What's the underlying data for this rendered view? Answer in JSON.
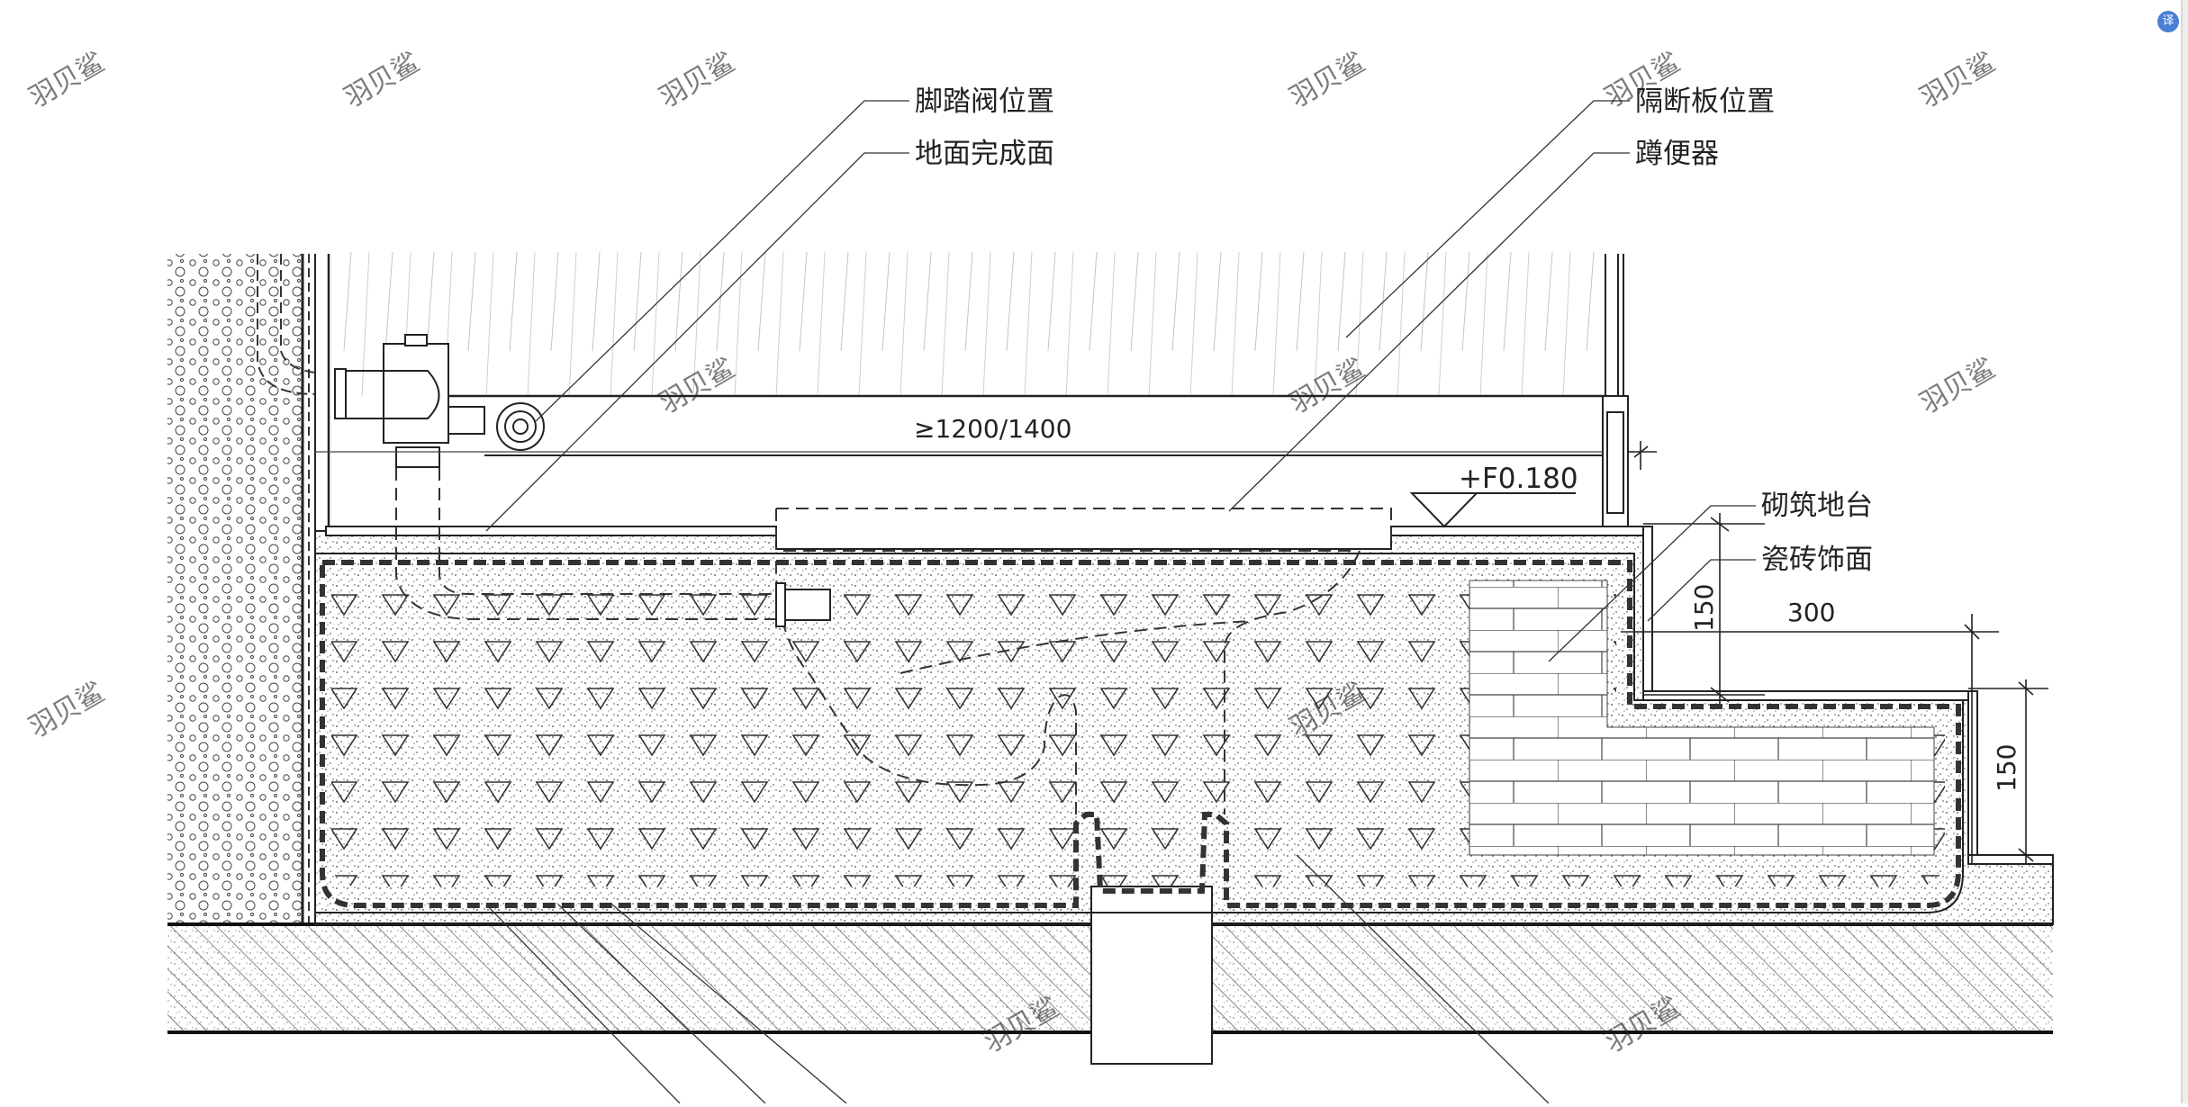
{
  "drawing": {
    "labels": {
      "valve": "脚踏阀位置",
      "floor": "地面完成面",
      "partition": "隔断板位置",
      "squat_toilet": "蹲便器",
      "masonry": "砌筑地台",
      "tile": "瓷砖饰面"
    },
    "dimensions": {
      "length": "≥1200/1400",
      "level": "+F0.180",
      "platform_height": "150",
      "step_width": "300",
      "step_height": "150"
    },
    "watermark": "羽贝鲨"
  },
  "viewer": {
    "badge_icon": "translate-icon",
    "badge_text": "译"
  },
  "colors": {
    "line": "#222222",
    "dash": "#333333",
    "fill": "#ffffff"
  }
}
